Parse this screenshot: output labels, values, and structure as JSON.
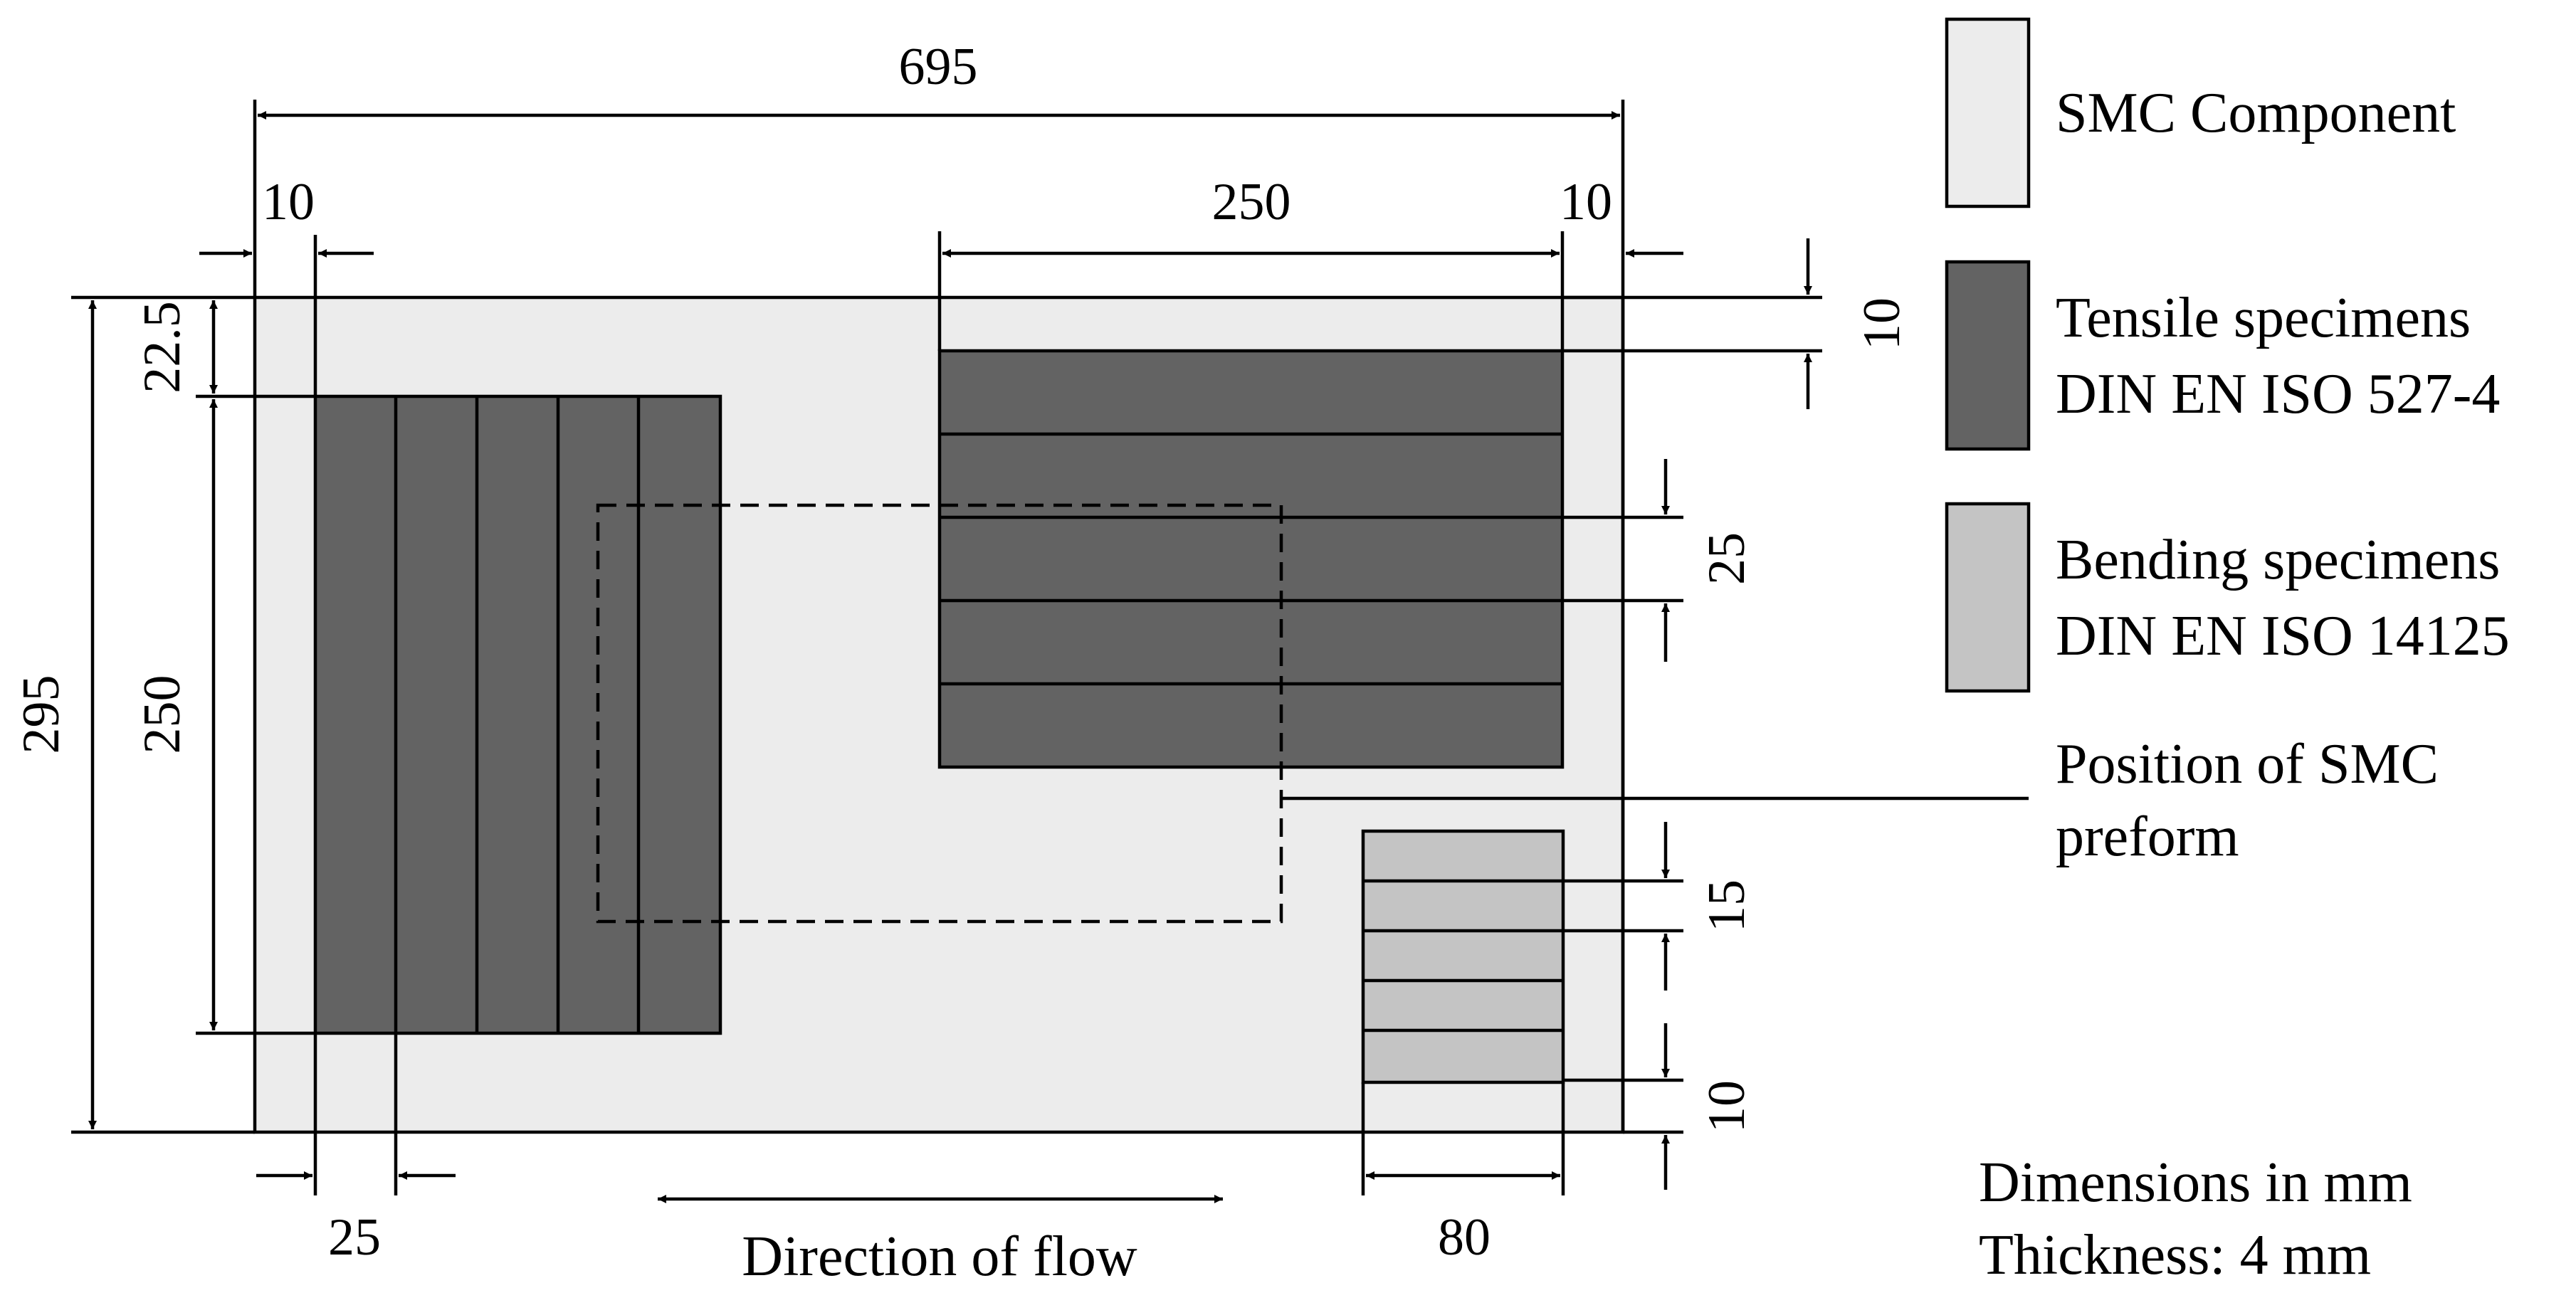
{
  "colors": {
    "smc_component": "#ececec",
    "tensile": "#636363",
    "bending": "#c4c4c4",
    "line": "#000000"
  },
  "dims": {
    "total_width": "695",
    "left_edge": "10",
    "right_edge": "10",
    "tensile_length_h": "250",
    "total_height": "295",
    "top_offset": "22.5",
    "tensile_length_v": "250",
    "top_offset_right": "10",
    "tensile_width": "25",
    "tensile_width_v": "25",
    "bending_width": "15",
    "bottom_offset": "10",
    "bending_length": "80"
  },
  "flow_label": "Direction of flow",
  "legend": {
    "smc": [
      "SMC Component"
    ],
    "tensile": [
      "Tensile specimens",
      "DIN EN ISO 527-4"
    ],
    "bending": [
      "Bending specimens",
      "DIN EN ISO 14125"
    ],
    "preform": [
      "Position of SMC",
      "preform"
    ]
  },
  "notes": [
    "Dimensions in mm",
    "Thickness: 4 mm"
  ]
}
